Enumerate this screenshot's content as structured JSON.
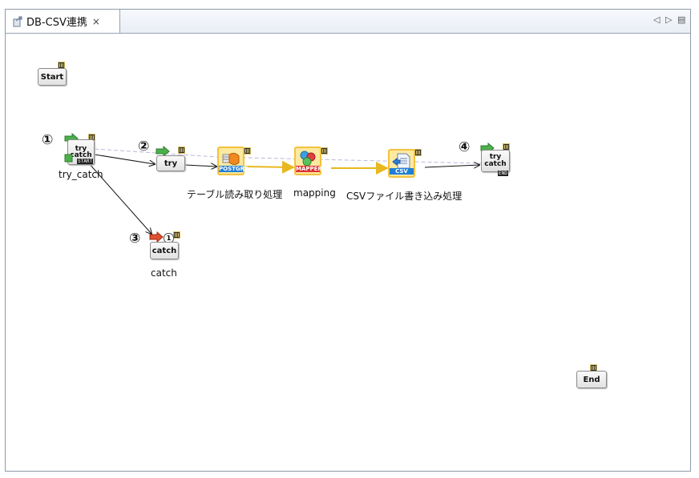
{
  "tab": {
    "title": "DB-CSV連携",
    "close": "×",
    "controls": [
      "◁",
      "▷",
      "▤"
    ]
  },
  "nodes": {
    "start": {
      "label": "Start"
    },
    "try_catch": {
      "icon_top": "try",
      "icon_bottom": "catch",
      "tag": "START",
      "label": "try_catch"
    },
    "try": {
      "icon": "try"
    },
    "table_read": {
      "badge": "POSTGRE",
      "label": "テーブル読み取り処理"
    },
    "mapping": {
      "badge": "MAPPER",
      "label": "mapping"
    },
    "csv_write": {
      "badge": "CSV",
      "label": "CSVファイル書き込み処理"
    },
    "try_end": {
      "icon_top": "try",
      "icon_bottom": "catch",
      "tag": "END"
    },
    "catch": {
      "icon": "catch",
      "count": "1",
      "label": "catch"
    },
    "end": {
      "label": "End"
    }
  },
  "markers": {
    "m1": "①",
    "m2": "②",
    "m3": "③",
    "m4": "④"
  },
  "colors": {
    "highlight_border": "#f3c23e",
    "highlight_fill": "#fde9a0",
    "flow_line": "#e8b820",
    "postgre_badge": "#1f7fd6",
    "mapper_badge": "#e03030",
    "csv_badge": "#1f7fd6"
  }
}
